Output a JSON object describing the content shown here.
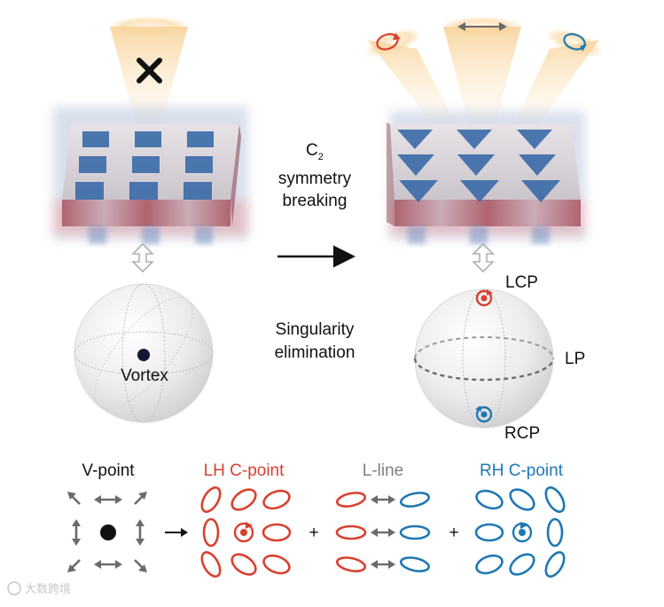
{
  "middle": {
    "c2_main": "C",
    "c2_sub": "2",
    "symmetry_line1": "symmetry",
    "symmetry_line2": "breaking",
    "singularity_line1": "Singularity",
    "singularity_line2": "elimination"
  },
  "sphere_left": {
    "vortex_label": "Vortex"
  },
  "sphere_right": {
    "lcp_label": "LCP",
    "lp_label": "LP",
    "rcp_label": "RCP"
  },
  "bottom": {
    "vpoint_label": "V-point",
    "lh_label": "LH C-point",
    "lline_label": "L-line",
    "rh_label": "RH C-point",
    "plus1": "+",
    "plus2": "+"
  },
  "watermark": {
    "text": "大数跨境"
  },
  "colors": {
    "red": "#d8412f",
    "blue": "#1f78b4",
    "gray_text": "#808080",
    "dark_arrow": "#6b6b6b",
    "slab_blue": "#3a6aa8",
    "slab_red": "#9e2a3a"
  },
  "icons": {
    "cross": "cross-icon",
    "double_arrow": "double-arrow-icon",
    "rotation_ccw": "rotation-arrow-icon",
    "rotation_cw": "rotation-arrow-icon"
  }
}
